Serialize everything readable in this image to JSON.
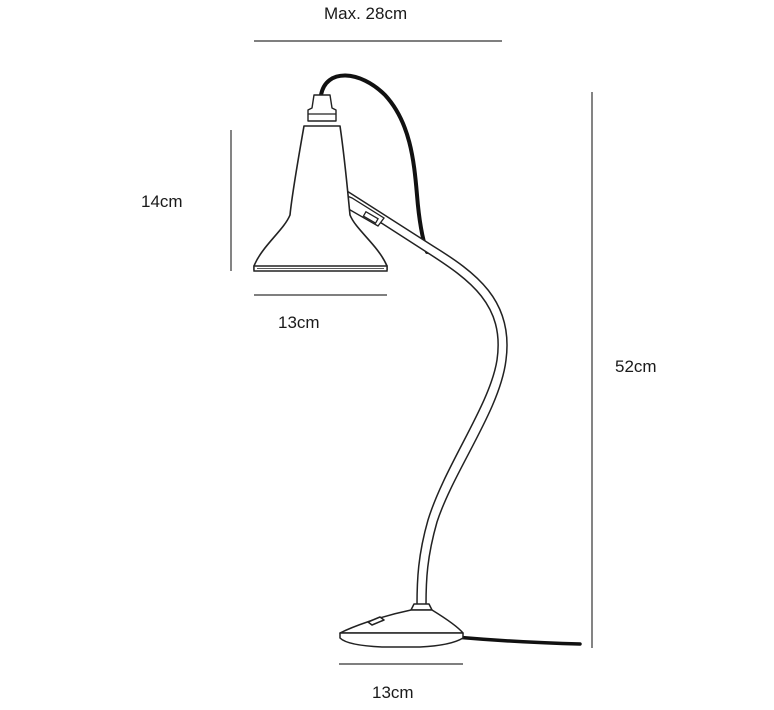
{
  "dimensions": {
    "max_width": "Max. 28cm",
    "shade_height": "14cm",
    "shade_width": "13cm",
    "total_height": "52cm",
    "base_width": "13cm"
  },
  "colors": {
    "line": "#222222",
    "cable": "#111111",
    "fill": "#ffffff",
    "dimension_line": "#333333"
  }
}
